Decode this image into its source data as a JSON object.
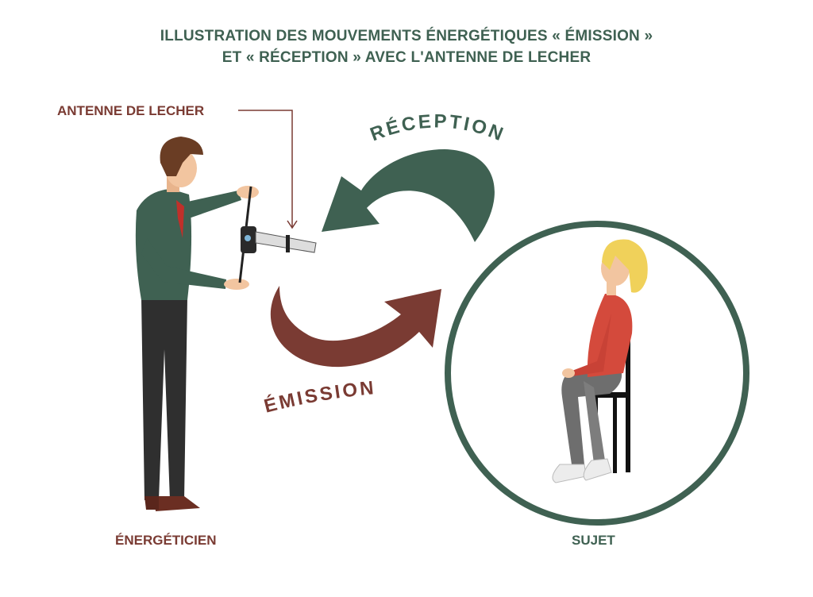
{
  "title": {
    "line1": "ILLUSTRATION DES MOUVEMENTS ÉNERGÉTIQUES « ÉMISSION »",
    "line2": "ET « RÉCEPTION » AVEC L'ANTENNE DE LECHER"
  },
  "labels": {
    "antenna": "ANTENNE DE LECHER",
    "reception": "RÉCEPTION",
    "emission": "ÉMISSION",
    "practitioner": "ÉNERGÉTICIEN",
    "subject": "SUJET"
  },
  "colors": {
    "green": "#3f6152",
    "red": "#7a3b33"
  }
}
